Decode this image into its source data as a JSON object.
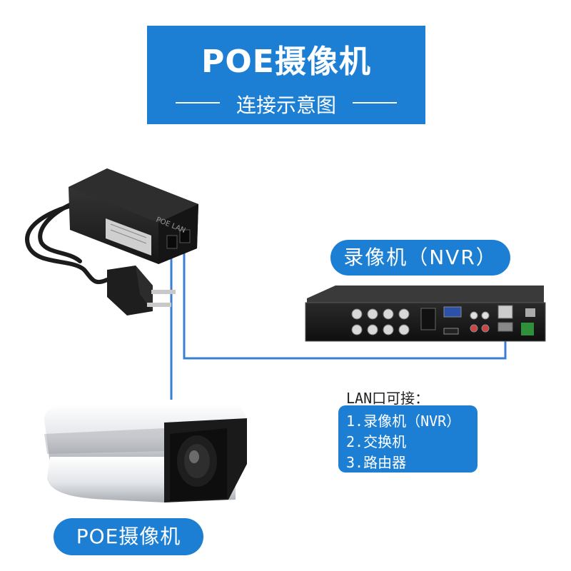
{
  "header": {
    "title": "POE摄像机",
    "subtitle": "连接示意图",
    "bg_color": "#1c7fd4"
  },
  "poe_adapter": {
    "label": "POE LAN"
  },
  "nvr": {
    "label": "录像机（NVR）"
  },
  "camera": {
    "label": "POE摄像机"
  },
  "lan_info": {
    "title": "LAN口可接：",
    "items": [
      "1.录像机（NVR）",
      "2.交换机",
      "3.路由器"
    ]
  },
  "colors": {
    "accent": "#1c7fd4",
    "cable": "#3b7fd0"
  },
  "icons": [
    "poe-adapter-icon",
    "power-plug-icon",
    "nvr-device-icon",
    "bullet-camera-icon"
  ]
}
